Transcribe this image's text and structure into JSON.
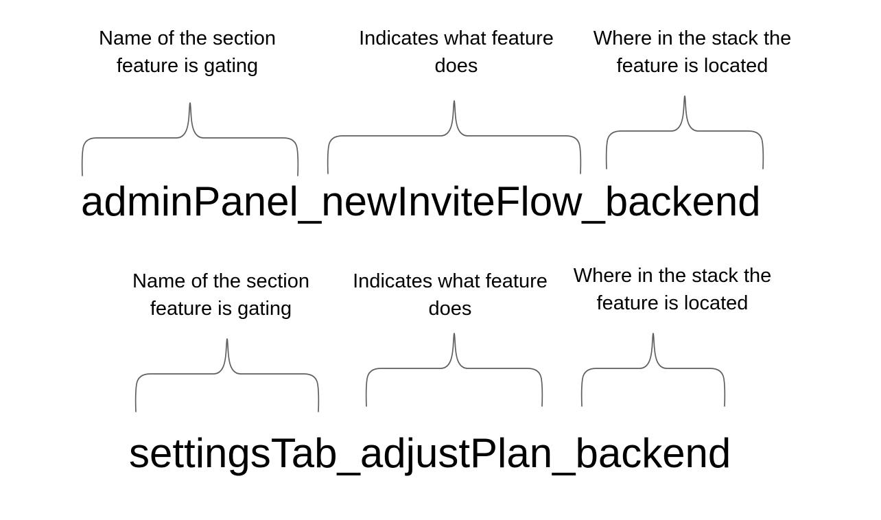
{
  "colors": {
    "background": "#ffffff",
    "text": "#000000",
    "brace": "#5f5f5f"
  },
  "rows": [
    {
      "flag_name": "adminPanel_newInviteFlow_backend",
      "annotations": [
        {
          "text": "Name of the section feature is gating"
        },
        {
          "text": "Indicates what feature does"
        },
        {
          "text": "Where in the stack the feature is located"
        }
      ]
    },
    {
      "flag_name": "settingsTab_adjustPlan_backend",
      "annotations": [
        {
          "text": "Name of the section feature is gating"
        },
        {
          "text": "Indicates what feature does"
        },
        {
          "text": "Where in the stack the feature is located"
        }
      ]
    }
  ]
}
